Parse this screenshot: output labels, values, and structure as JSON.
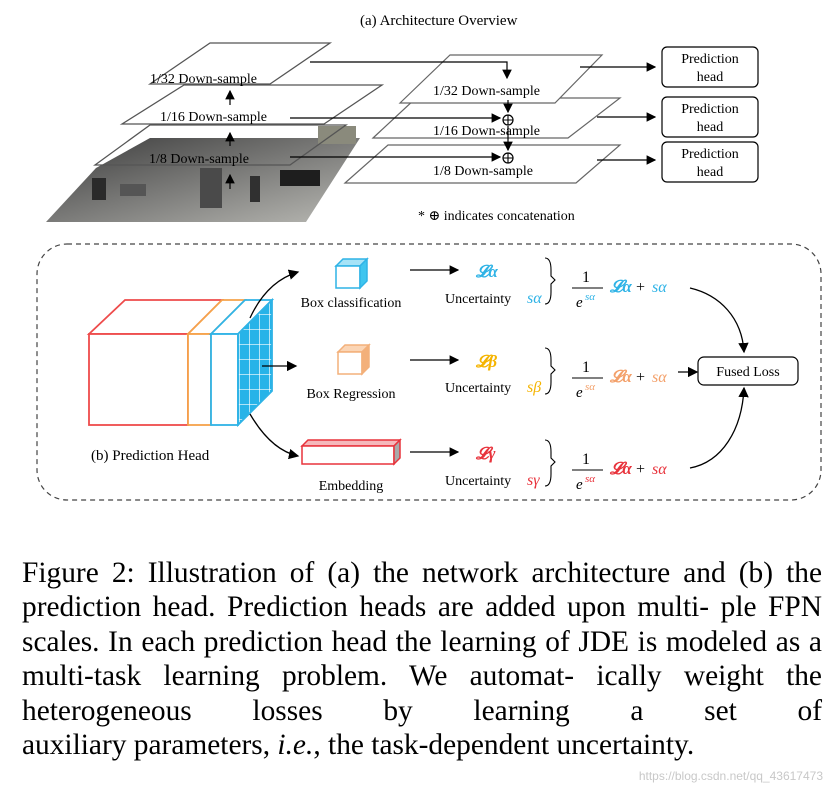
{
  "figure": {
    "part_a_title": "(a)  Architecture Overview",
    "part_b_title": "(b)   Prediction Head",
    "left_stack": [
      "1/32 Down-sample",
      "1/16 Down-sample",
      "1/8 Down-sample"
    ],
    "right_stack": [
      "1/32 Down-sample",
      "1/16 Down-sample",
      "1/8 Down-sample"
    ],
    "prediction_heads": [
      {
        "line1": "Prediction",
        "line2": "head"
      },
      {
        "line1": "Prediction",
        "line2": "head"
      },
      {
        "line1": "Prediction",
        "line2": "head"
      }
    ],
    "concat_note": "* ⊕ indicates concatenation",
    "branches": [
      {
        "label": "Box classification",
        "loss": "𝓛α",
        "uncertainty": "Uncertainty",
        "sym": "sα",
        "color": "#2fb3e6",
        "num": "1",
        "den": "e",
        "den_exp": "sα",
        "term_loss": "𝓛α",
        "plus": "+",
        "term_s": "sα"
      },
      {
        "label": "Box Regression",
        "loss": "𝓛β",
        "uncertainty": "Uncertainty",
        "sym": "sβ",
        "color": "#f5b400",
        "num": "1",
        "den": "e",
        "den_exp": "sα",
        "term_loss": "𝓛α",
        "plus": "+",
        "term_s": "sα"
      },
      {
        "label": "Embedding",
        "loss": "𝓛γ",
        "uncertainty": "Uncertainty",
        "sym": "sγ",
        "color": "#e8333c",
        "num": "1",
        "den": "e",
        "den_exp": "sα",
        "term_loss": "𝓛α",
        "plus": "+",
        "term_s": "sα"
      }
    ],
    "fused_loss": "Fused Loss",
    "colors": {
      "box_red": "#ee4b4b",
      "box_orange": "#f5a24a",
      "box_blue": "#2fb3e6",
      "cube_blue": "#3ec5ef",
      "cube_orange": "#f3b07a",
      "embed_red": "#e8333c"
    }
  },
  "caption": {
    "lines": [
      "Figure 2: Illustration of (a) the network architecture and (b)",
      "the prediction head. Prediction heads are added upon multi-",
      "ple FPN scales. In each prediction head the learning of JDE",
      "is modeled as a multi-task learning problem. We automat-",
      "ically weight the heterogeneous losses by learning a set of"
    ],
    "last_pre": "auxiliary parameters, ",
    "last_italic": "i.e.",
    "last_post": ", the task-dependent uncertainty."
  },
  "watermark": "https://blog.csdn.net/qq_43617473"
}
